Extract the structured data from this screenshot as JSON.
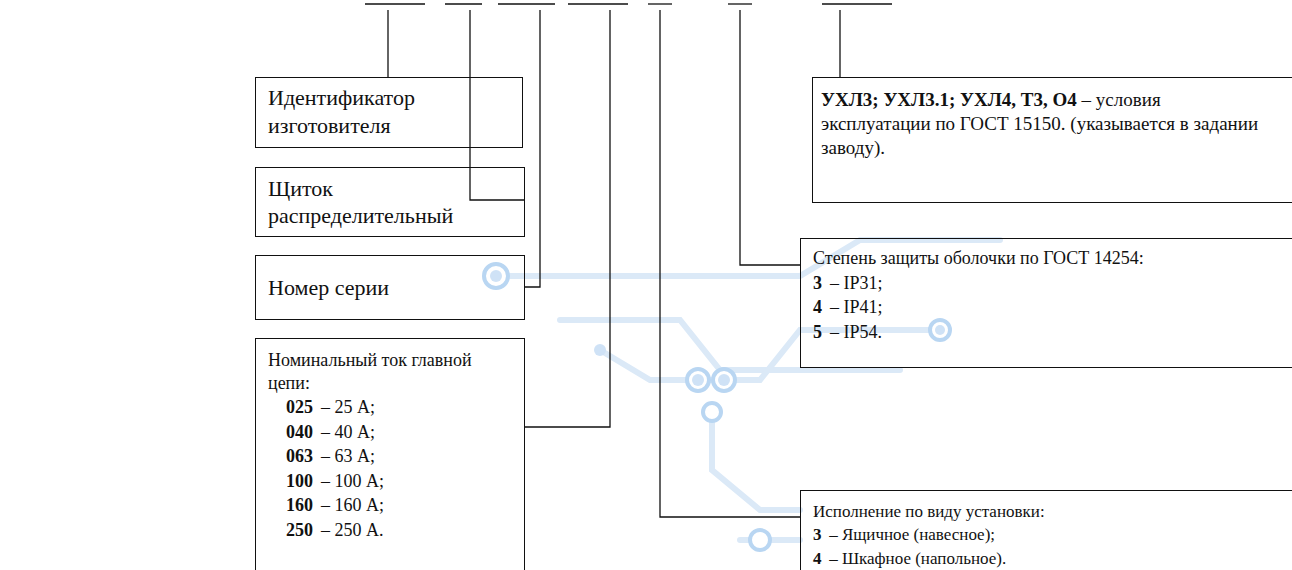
{
  "diagram": {
    "nodes": [
      {
        "text": [
          "Идентификатор изготовителя"
        ]
      },
      {
        "text": [
          "Щиток распределительный"
        ]
      },
      {
        "text": [
          "Номер серии"
        ]
      },
      {
        "text": [
          "Номинальный ток главной цепи:",
          "025",
          "– 25 А;",
          "040",
          "– 40 А;",
          "063",
          "– 63 А;",
          "100",
          "– 100 А;",
          "160",
          "– 160 А;",
          "250",
          "– 250 А."
        ]
      },
      {
        "text": [
          "УХЛ3; УХЛ3.1; УХЛ4, Т3, О4",
          "– условия эксплуатации по ГОСТ 15150. (указывается в задании заводу)."
        ]
      },
      {
        "text": [
          "Степень защиты оболочки по ГОСТ 14254:",
          "3",
          "– IP31;",
          "4",
          "– IP41;",
          "5",
          "– IP54."
        ]
      },
      {
        "text": [
          "Исполнение по виду установки:",
          "3",
          "– Ящичное (навесное);",
          "4",
          "– Шкафное (напольное)."
        ]
      }
    ]
  }
}
